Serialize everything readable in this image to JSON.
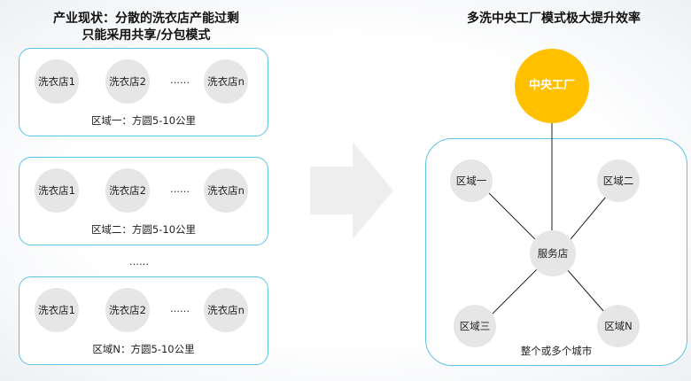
{
  "left_panel": {
    "title_line1": "产业现状：分散的洗衣店产能过剩",
    "title_line2": "只能采用共享/分包模式",
    "regions": [
      {
        "stores": [
          "洗衣店1",
          "洗衣店2",
          "洗衣店n"
        ],
        "dots": "……",
        "label": "区域一：方圆5-10公里"
      },
      {
        "stores": [
          "洗衣店1",
          "洗衣店2",
          "洗衣店n"
        ],
        "dots": "……",
        "label": "区域二：方圆5-10公里"
      },
      {
        "stores": [
          "洗衣店1",
          "洗衣店2",
          "洗衣店n"
        ],
        "dots": "……",
        "label": "区域N：方圆5-10公里"
      }
    ],
    "between_dots": "……"
  },
  "right_panel": {
    "title": "多洗中央工厂模式极大提升效率",
    "factory_label": "中央工厂",
    "service_label": "服务店",
    "areas": [
      "区域一",
      "区域二",
      "区域三",
      "区域N"
    ],
    "city_label": "整个或多个城市"
  },
  "colors": {
    "accent_border": "#5cc3e6",
    "factory": "#ffc000",
    "node_fill": "#e6e6e6",
    "arrow": "#eeeeee"
  }
}
